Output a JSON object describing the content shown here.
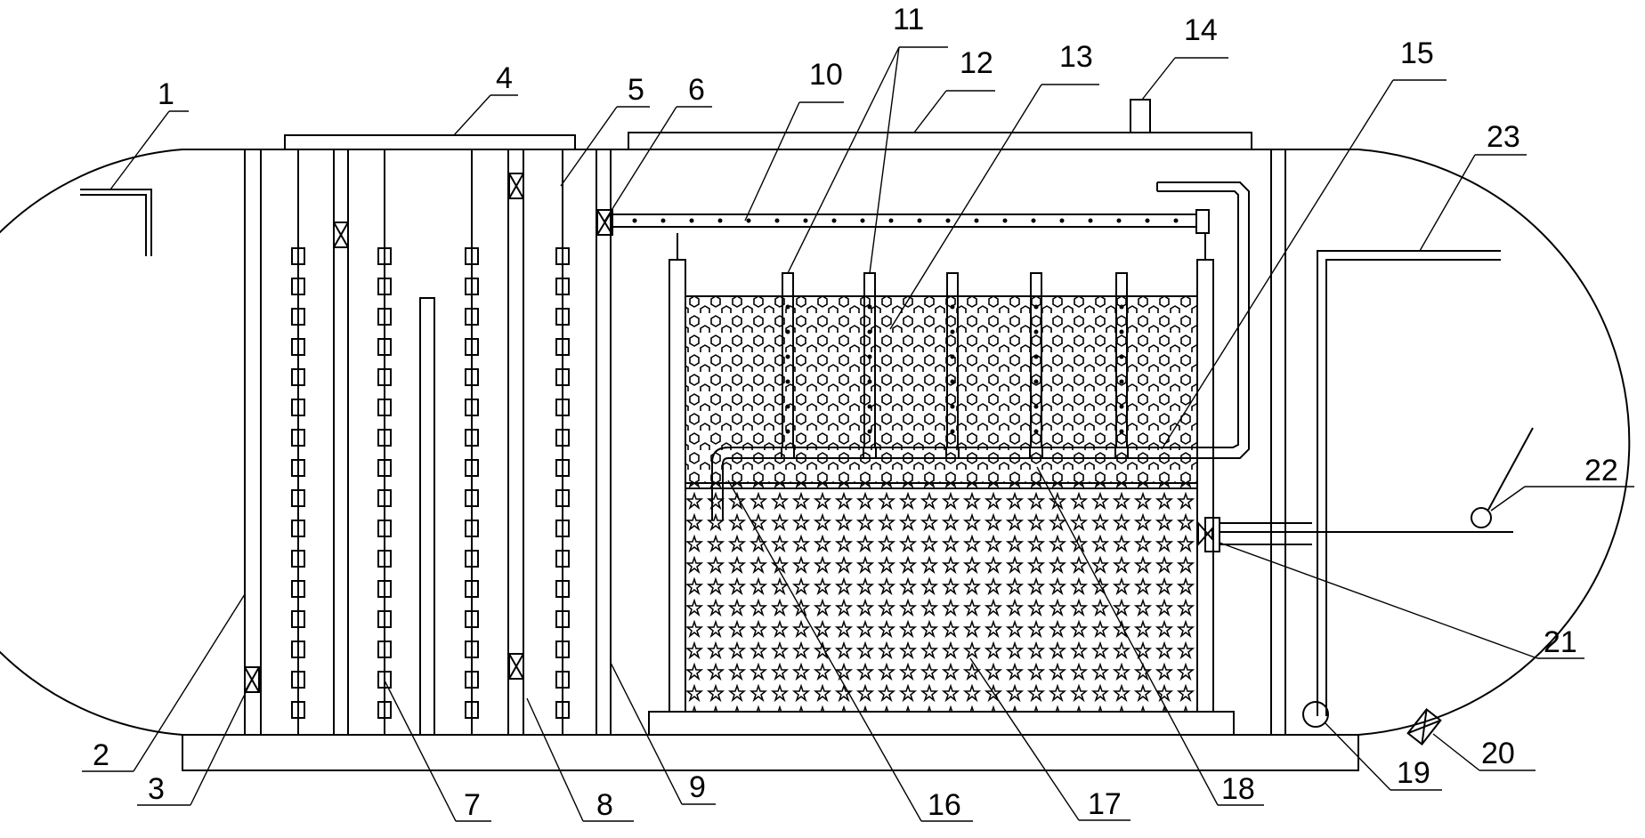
{
  "callouts": [
    {
      "id": "1",
      "text": "1"
    },
    {
      "id": "2",
      "text": "2"
    },
    {
      "id": "3",
      "text": "3"
    },
    {
      "id": "4",
      "text": "4"
    },
    {
      "id": "5",
      "text": "5"
    },
    {
      "id": "6",
      "text": "6"
    },
    {
      "id": "7",
      "text": "7"
    },
    {
      "id": "8",
      "text": "8"
    },
    {
      "id": "9",
      "text": "9"
    },
    {
      "id": "10",
      "text": "10"
    },
    {
      "id": "11",
      "text": "11"
    },
    {
      "id": "12",
      "text": "12"
    },
    {
      "id": "13",
      "text": "13"
    },
    {
      "id": "14",
      "text": "14"
    },
    {
      "id": "15",
      "text": "15"
    },
    {
      "id": "16",
      "text": "16"
    },
    {
      "id": "17",
      "text": "17"
    },
    {
      "id": "18",
      "text": "18"
    },
    {
      "id": "19",
      "text": "19"
    },
    {
      "id": "20",
      "text": "20"
    },
    {
      "id": "21",
      "text": "21"
    },
    {
      "id": "22",
      "text": "22"
    },
    {
      "id": "23",
      "text": "23"
    }
  ],
  "colors": {
    "line": "#000000",
    "background": "#ffffff"
  }
}
